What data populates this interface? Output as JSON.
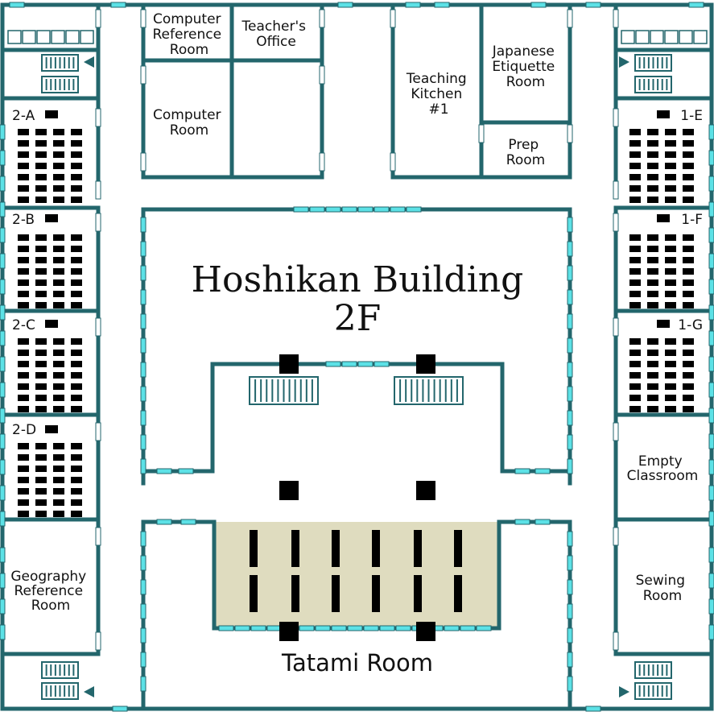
{
  "title": {
    "line1": "Hoshikan Building",
    "line2": "2F"
  },
  "colors": {
    "wall": "#23666c",
    "window": "#5ce1e6",
    "tatami": "#dfdcbf",
    "desk": "#000000",
    "floor": "#ffffff"
  },
  "rooms": {
    "computer_reference": [
      "Computer",
      "Reference",
      "Room"
    ],
    "teachers_office": [
      "Teacher's",
      "Office"
    ],
    "computer_room": [
      "Computer",
      "Room"
    ],
    "teaching_kitchen": [
      "Teaching",
      "Kitchen",
      "#1"
    ],
    "japanese_etiquette": [
      "Japanese",
      "Etiquette",
      "Room"
    ],
    "prep_room": [
      "Prep",
      "Room"
    ],
    "classroom_2a": "2-A",
    "classroom_2b": "2-B",
    "classroom_2c": "2-C",
    "classroom_2d": "2-D",
    "classroom_1e": "1-E",
    "classroom_1f": "1-F",
    "classroom_1g": "1-G",
    "geography_reference": [
      "Geography",
      "Reference",
      "Room"
    ],
    "empty_classroom": [
      "Empty",
      "Classroom"
    ],
    "sewing_room": [
      "Sewing",
      "Room"
    ],
    "tatami_room": "Tatami Room"
  }
}
